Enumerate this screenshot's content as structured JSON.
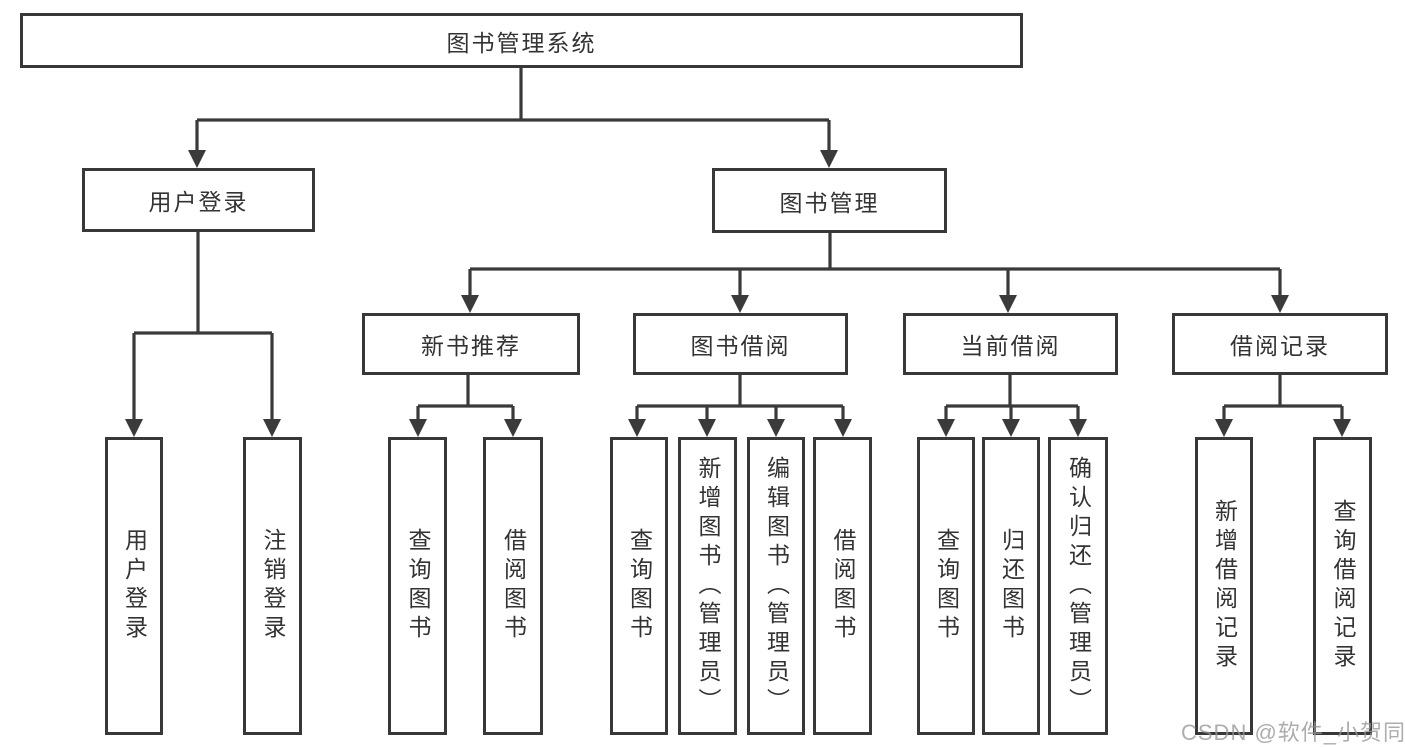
{
  "tree": {
    "label": "图书管理系统",
    "children": [
      {
        "label": "用户登录",
        "children": [
          {
            "label": "用户登录"
          },
          {
            "label": "注销登录"
          }
        ]
      },
      {
        "label": "图书管理",
        "children": [
          {
            "label": "新书推荐",
            "children": [
              {
                "label": "查询图书"
              },
              {
                "label": "借阅图书"
              }
            ]
          },
          {
            "label": "图书借阅",
            "children": [
              {
                "label": "查询图书"
              },
              {
                "label": "新增图书（管理员）"
              },
              {
                "label": "编辑图书（管理员）"
              },
              {
                "label": "借阅图书"
              }
            ]
          },
          {
            "label": "当前借阅",
            "children": [
              {
                "label": "查询图书"
              },
              {
                "label": "归还图书"
              },
              {
                "label": "确认归还（管理员）"
              }
            ]
          },
          {
            "label": "借阅记录",
            "children": [
              {
                "label": "新增借阅记录"
              },
              {
                "label": "查询借阅记录"
              }
            ]
          }
        ]
      }
    ]
  },
  "watermark": {
    "text": "CSDN @软件_小贺同学"
  },
  "colors": {
    "line": "#3a3a3a",
    "border": "#383838",
    "text": "#333333",
    "background": "#ffffff",
    "watermark": "#969696"
  }
}
